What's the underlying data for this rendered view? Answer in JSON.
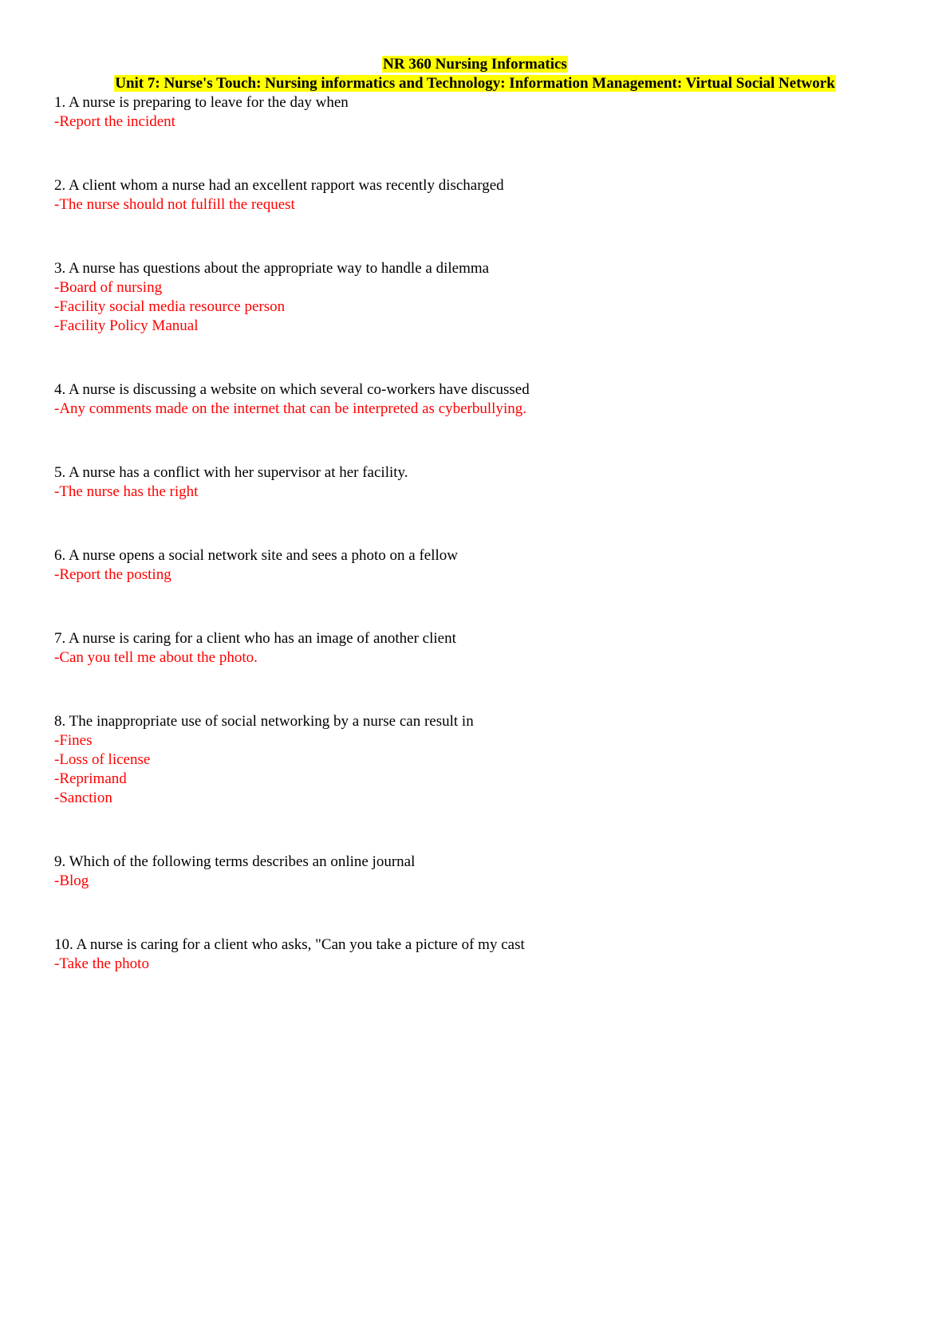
{
  "header": {
    "course": "NR 360 Nursing Informatics",
    "unit": "Unit 7: Nurse's Touch: Nursing informatics and Technology: Information Management: Virtual Social Network"
  },
  "colors": {
    "answer": "#ff0000",
    "highlight": "#ffff00"
  },
  "questions": [
    {
      "text": "1. A nurse is preparing to leave for the day when",
      "answers": [
        "-Report the incident"
      ]
    },
    {
      "text": "2. A client whom a nurse had an excellent rapport was recently discharged",
      "answers": [
        "-The nurse should not fulfill the request"
      ]
    },
    {
      "text": "3. A nurse has questions about the appropriate way to handle a dilemma",
      "answers": [
        "-Board of nursing",
        "-Facility social media resource person",
        "-Facility Policy Manual"
      ]
    },
    {
      "text": "4. A nurse is discussing a website on which several co-workers have discussed",
      "answers": [
        "-Any comments made on the internet that can be interpreted as cyberbullying."
      ]
    },
    {
      "text": "5. A nurse has a conflict with her supervisor at her facility.",
      "answers": [
        "-The nurse has the right"
      ]
    },
    {
      "text": "6. A nurse opens a social network site and sees a photo on a fellow",
      "answers": [
        "-Report the posting"
      ]
    },
    {
      "text": "7. A nurse is caring for a client who has an image of another client",
      "answers": [
        "-Can you tell me about the photo."
      ]
    },
    {
      "text": "8. The inappropriate use of social networking by a nurse can result in",
      "answers": [
        "-Fines",
        "-Loss of license",
        "-Reprimand",
        "-Sanction"
      ]
    },
    {
      "text": "9. Which of the following terms describes an online journal",
      "answers": [
        "-Blog"
      ]
    },
    {
      "text": "10. A nurse is caring for a client who asks, \"Can you take a picture of my cast",
      "answers": [
        "-Take the photo"
      ]
    }
  ]
}
